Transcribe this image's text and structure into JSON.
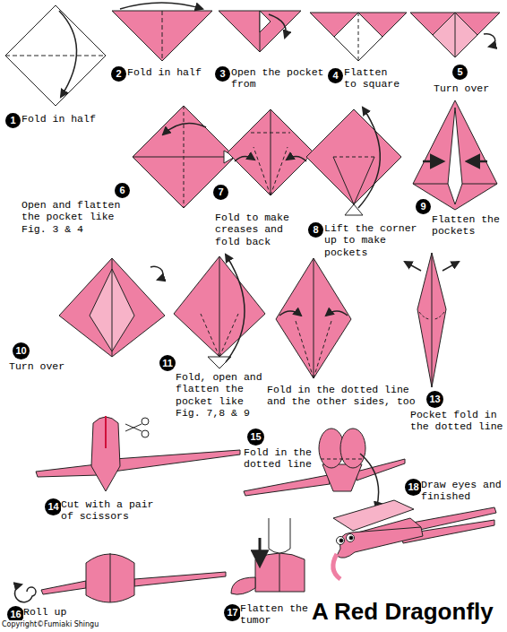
{
  "diagram": {
    "title": "A Red Dragonfly",
    "nodes": [
      {
        "text": [
          "1"
        ]
      },
      {
        "text": [
          "2"
        ]
      },
      {
        "text": [
          "3"
        ]
      },
      {
        "text": [
          "4"
        ]
      },
      {
        "text": [
          "5"
        ]
      },
      {
        "text": [
          "6"
        ]
      },
      {
        "text": [
          "7"
        ]
      },
      {
        "text": [
          "8"
        ]
      },
      {
        "text": [
          "9"
        ]
      },
      {
        "text": [
          "10"
        ]
      },
      {
        "text": [
          "11"
        ]
      },
      {
        "text": [
          "13"
        ]
      },
      {
        "text": [
          "14"
        ]
      },
      {
        "text": [
          "15"
        ]
      },
      {
        "text": [
          "16"
        ]
      },
      {
        "text": [
          "17"
        ]
      },
      {
        "text": [
          "18"
        ]
      }
    ],
    "labels": [
      "Fold in half",
      "Fold in half",
      "Open the pocket from",
      "Flatten to square",
      "Turn over",
      "Open and flatten the pocket like Fig. 3 & 4",
      "Fold to make creases and fold back",
      "Lift the corner up to make pockets",
      "Flatten the pockets",
      "Turn over",
      "Fold, open and flatten the pocket like Fig. 7,8 & 9",
      "Fold in the dotted line and the other sides, too",
      "Pocket fold in the dotted line",
      "Cut with a pair of scissors",
      "Fold in the dotted line",
      "Roll up",
      "Flatten the tumor",
      "Draw eyes and finished",
      "Copyright©Fumiaki Shingu"
    ]
  }
}
